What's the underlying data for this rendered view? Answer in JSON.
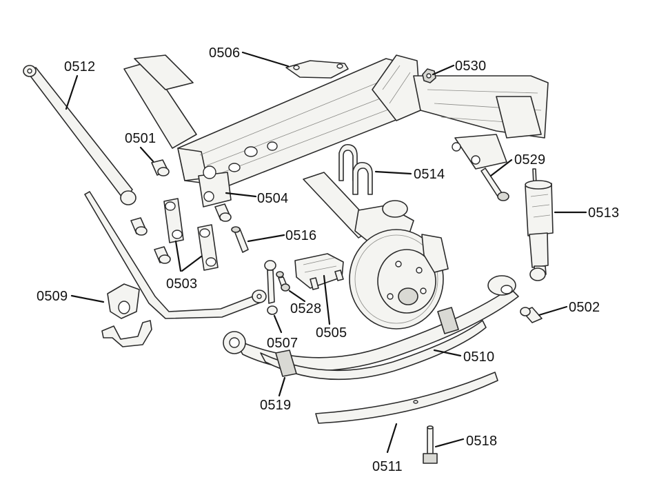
{
  "labels": {
    "p0501": "0501",
    "p0502": "0502",
    "p0503": "0503",
    "p0504": "0504",
    "p0505": "0505",
    "p0506": "0506",
    "p0507": "0507",
    "p0509": "0509",
    "p0510": "0510",
    "p0511": "0511",
    "p0512": "0512",
    "p0513": "0513",
    "p0514": "0514",
    "p0516": "0516",
    "p0518": "0518",
    "p0519": "0519",
    "p0528": "0528",
    "p0529": "0529",
    "p0530": "0530"
  },
  "colors": {
    "line": "#2a2a2a",
    "part_fill": "#f4f4f1",
    "label_text": "#111111",
    "background": "#ffffff"
  }
}
